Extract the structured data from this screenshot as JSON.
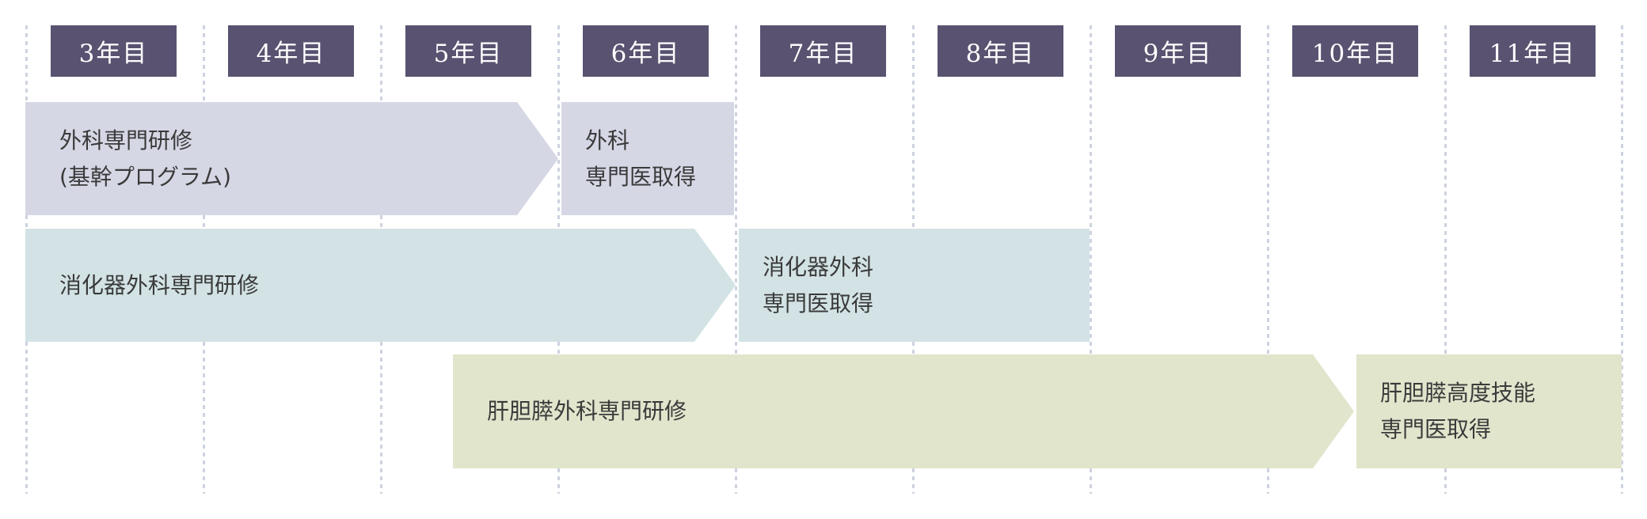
{
  "timeline": {
    "years": [
      "3年目",
      "4年目",
      "5年目",
      "6年目",
      "7年目",
      "8年目",
      "9年目",
      "10年目",
      "11年目"
    ],
    "rows": [
      {
        "id": "surgery",
        "bar": {
          "line1": "外科専門研修",
          "line2": "(基幹プログラム)"
        },
        "result": {
          "line1": "外科",
          "line2": "専門医取得"
        }
      },
      {
        "id": "gastro",
        "bar": {
          "line1": "消化器外科専門研修"
        },
        "result": {
          "line1": "消化器外科",
          "line2": "専門医取得"
        }
      },
      {
        "id": "hpb",
        "bar": {
          "line1": "肝胆膵外科専門研修"
        },
        "result": {
          "line1": "肝胆膵高度技能",
          "line2": "専門医取得"
        }
      }
    ],
    "colors": {
      "year_box_bg": "#595270",
      "year_box_text": "#ffffff",
      "surgery_bar": "#d5d7e5",
      "gastro_bar": "#d3e3e5",
      "hpb_bar": "#e1e5cc",
      "gridline": "#cdd2e0",
      "bar_text": "#3a3a3a"
    }
  }
}
